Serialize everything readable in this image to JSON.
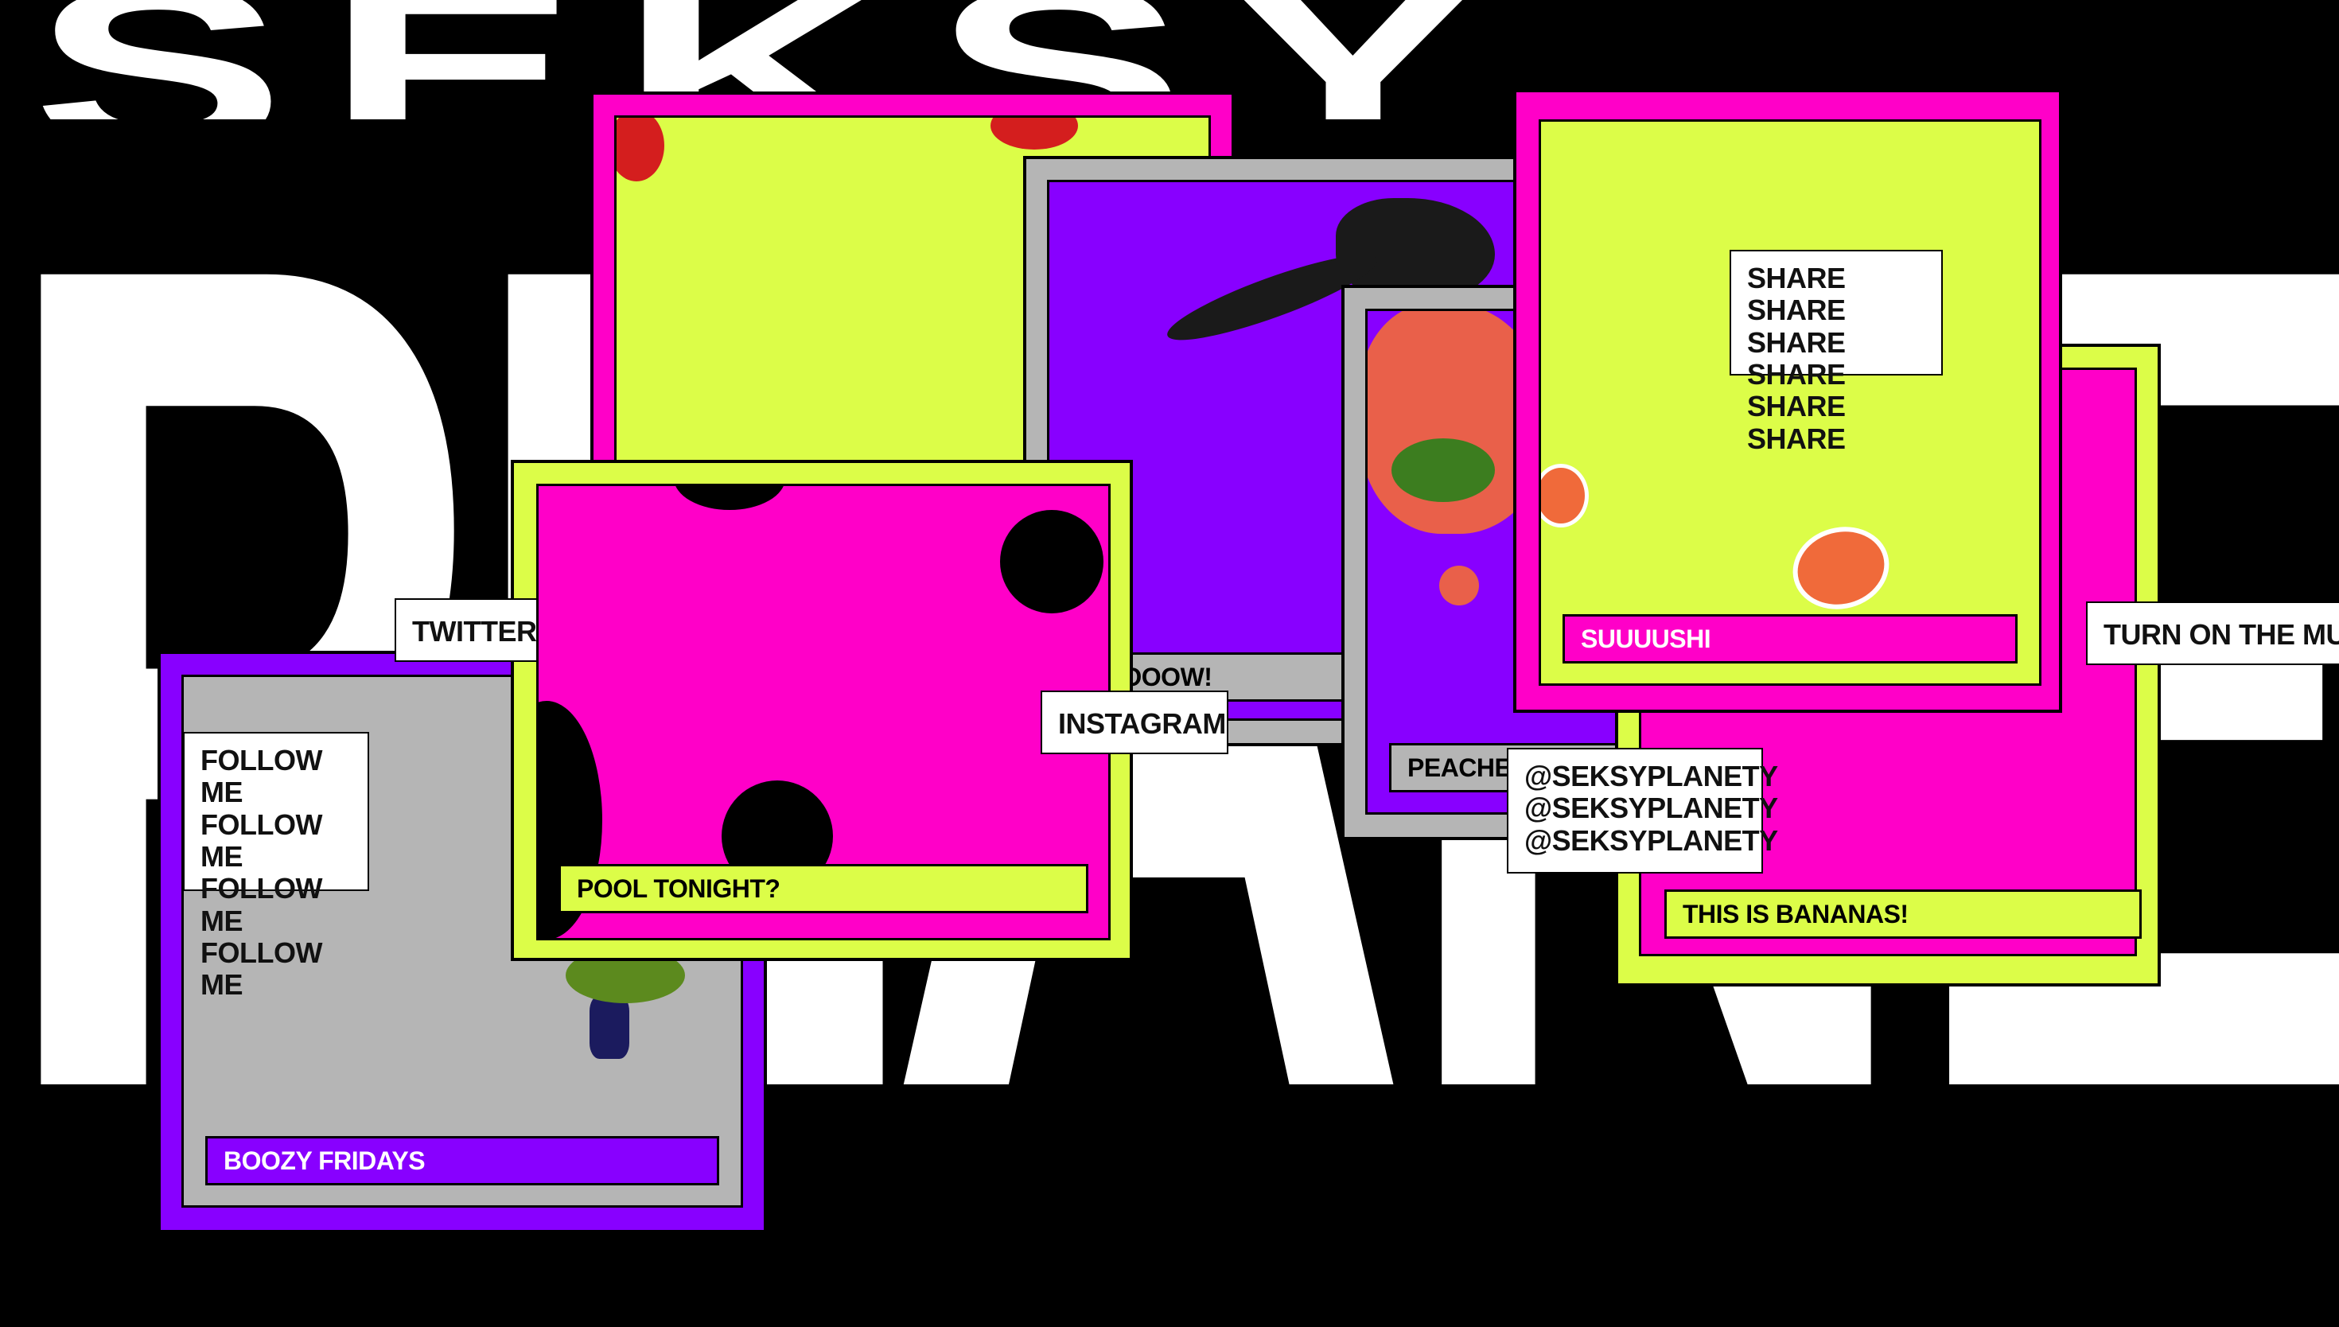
{
  "background": {
    "top_word": "SEKSY",
    "bottom_word": "PLANETY"
  },
  "colors": {
    "pink": "#ff00c8",
    "lime": "#dcfd48",
    "purple": "#8800ff",
    "grey": "#b5b5b5",
    "black": "#000000",
    "white": "#ffffff"
  },
  "windows": {
    "pool": {
      "caption": "POOL TONIGHT?"
    },
    "boozy": {
      "caption": "BOOZY FRIDAYS"
    },
    "meow": {
      "caption": "MEOOOOW!"
    },
    "peaches": {
      "caption": "PEACHES"
    },
    "sushi": {
      "caption": "SUUUUSHI"
    },
    "bananas": {
      "caption": "THIS IS BANANAS!"
    }
  },
  "links": {
    "twitter": "TWITTER",
    "instagram": "INSTAGRAM",
    "music": "TURN ON THE MUSIC"
  },
  "stickers": {
    "follow": [
      "FOLLOW ME",
      "FOLLOW ME",
      "FOLLOW ME",
      "FOLLOW ME"
    ],
    "share": [
      "SHARE SHARE",
      "SHARE SHARE",
      "SHARE SHARE"
    ],
    "handle": [
      "@SEKSYPLANETY",
      "@SEKSYPLANETY",
      "@SEKSYPLANETY"
    ]
  }
}
